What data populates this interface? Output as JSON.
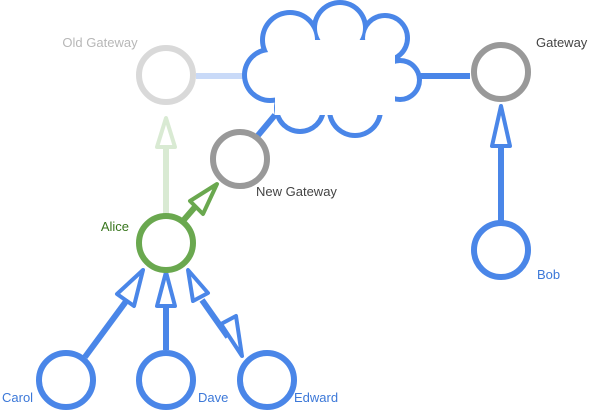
{
  "colors": {
    "blue": "#4a86e8",
    "green": "#6aa84f",
    "gray": "#999999",
    "light_gray": "#d9d9d9",
    "light_blue": "#c9daf8",
    "light_green": "#d9ead3",
    "label_dark": "#444444",
    "label_faded": "#b7b7b7",
    "label_green": "#38761d",
    "label_blue": "#3c78d8"
  },
  "labels": {
    "old_gateway": "Old Gateway",
    "gateway": "Gateway",
    "new_gateway": "New Gateway",
    "alice": "Alice",
    "bob": "Bob",
    "carol": "Carol",
    "dave": "Dave",
    "edward": "Edward"
  },
  "icons": {
    "network": "cloud-icon"
  }
}
